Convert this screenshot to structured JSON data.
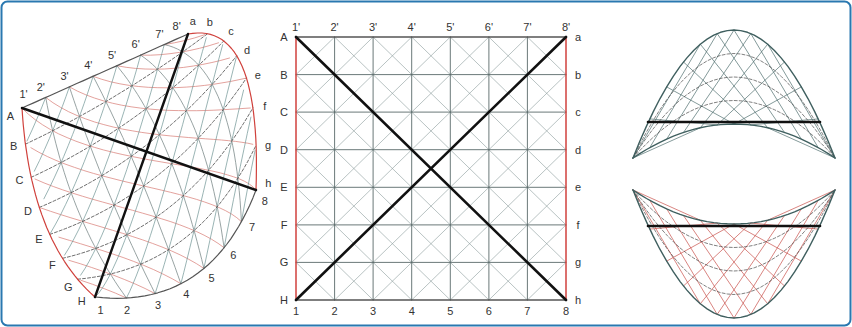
{
  "diagram": {
    "labels": [
      "A",
      "B",
      "C",
      "D",
      "E",
      "F",
      "G",
      "H",
      "1'",
      "2'",
      "3'",
      "4'",
      "5'",
      "6'",
      "7'",
      "8'",
      "1",
      "2",
      "3",
      "4",
      "5",
      "6",
      "7",
      "8",
      "a",
      "b",
      "c",
      "d",
      "e",
      "f",
      "g",
      "h",
      "A",
      "B",
      "C",
      "D",
      "E",
      "F",
      "G",
      "H",
      "1'",
      "2'",
      "3'",
      "4'",
      "5'",
      "6'",
      "7'",
      "8'",
      "1",
      "2",
      "3",
      "4",
      "5",
      "6",
      "7",
      "8",
      "a",
      "b",
      "c",
      "d",
      "e",
      "f",
      "g",
      "h"
    ]
  }
}
